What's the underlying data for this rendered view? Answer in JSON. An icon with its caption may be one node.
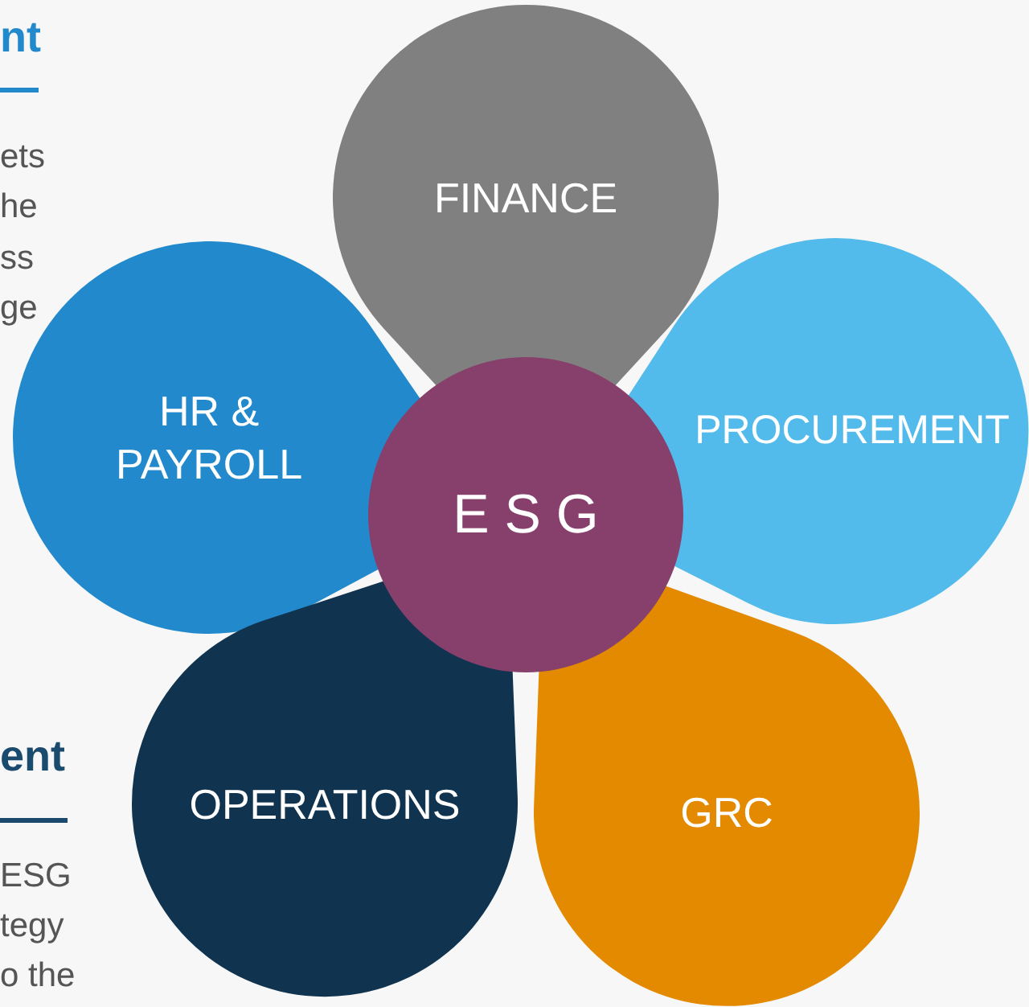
{
  "diagram": {
    "nodes": [
      {
        "text": [
          "FINANCE"
        ]
      },
      {
        "text": [
          "HR & PAYROLL"
        ]
      },
      {
        "text": [
          "PROCUREMENT"
        ]
      },
      {
        "text": [
          "E S G"
        ]
      },
      {
        "text": [
          "OPERATIONS"
        ]
      },
      {
        "text": [
          "GRC"
        ]
      }
    ],
    "labels": [
      "nt",
      "ets",
      "he",
      "ss",
      "ge",
      "ent",
      "ESG",
      "tegy",
      "o the"
    ]
  }
}
